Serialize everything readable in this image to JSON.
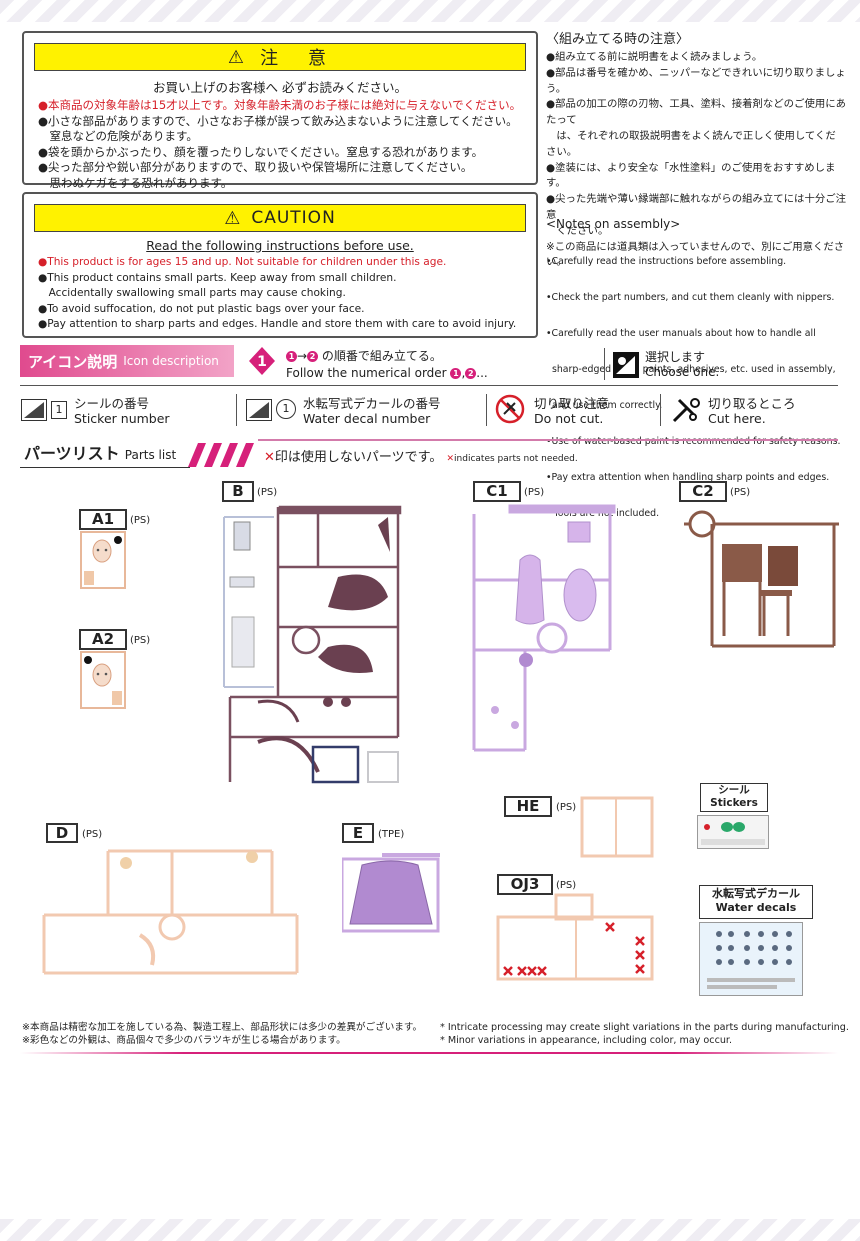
{
  "jp_warning": {
    "title": "注　意",
    "subtitle": "お買い上げのお客様へ 必ずお読みください。",
    "lines": [
      {
        "text": "●本商品の対象年齢は15才以上です。対象年齢未満のお子様には絶対に与えないでください。",
        "red": true
      },
      {
        "text": "●小さな部品がありますので、小さなお子様が誤って飲み込まないように注意してください。",
        "red": false
      },
      {
        "text": "　窒息などの危険があります。",
        "red": false
      },
      {
        "text": "●袋を頭からかぶったり、顔を覆ったりしないでください。窒息する恐れがあります。",
        "red": false
      },
      {
        "text": "●尖った部分や鋭い部分がありますので、取り扱いや保管場所に注意してください。",
        "red": false
      },
      {
        "text": "　思わぬケガをする恐れがあります。",
        "red": false
      }
    ]
  },
  "en_warning": {
    "title": "CAUTION",
    "subtitle": "Read the following instructions before use.",
    "lines": [
      {
        "text": "●This product is for ages 15 and up. Not suitable for children under this age.",
        "red": true
      },
      {
        "text": "●This product contains small parts. Keep away from small children.",
        "red": false
      },
      {
        "text": "　Accidentally swallowing small parts may cause choking.",
        "red": false
      },
      {
        "text": "●To avoid suffocation, do not put plastic bags over your face.",
        "red": false
      },
      {
        "text": "●Pay attention to sharp parts and edges. Handle and store them with care to avoid injury.",
        "red": false
      }
    ]
  },
  "jp_notes": {
    "title": "〈組み立てる時の注意〉",
    "lines": [
      "●組み立てる前に説明書をよく読みましょう。",
      "●部品は番号を確かめ、ニッパーなどできれいに切り取りましょう。",
      "●部品の加工の際の刃物、工具、塗料、接着剤などのご使用にあたって",
      "　は、それぞれの取扱説明書をよく読んで正しく使用してください。",
      "●塗装には、より安全な「水性塗料」のご使用をおすすめします。",
      "●尖った先端や薄い縁端部に触れながらの組み立てには十分ご注意",
      "　ください。",
      "※この商品には道具類は入っていませんので、別にご用意ください。"
    ]
  },
  "en_notes": {
    "title": "<Notes on assembly>",
    "lines": [
      "•Carefully read the instructions before assembling.",
      "•Check the part numbers, and cut them cleanly with nippers.",
      "•Carefully read the user manuals about how to handle all",
      "  sharp-edged tools, paints, adhesives, etc. used in assembly,",
      "  and use them correctly.",
      "•Use of water-based paint is recommended for safety reasons.",
      "•Pay extra attention when handling sharp points and edges.",
      "* Tools are not included."
    ]
  },
  "icons": {
    "heading_jp": "アイコン説明",
    "heading_en": "Icon description",
    "order_num": "1",
    "order_jp": "の順番で組み立てる。",
    "order_en": "Follow the numerical order",
    "order_b1": "1",
    "order_b2": "2",
    "order_arrow": "→",
    "order_comma": ",",
    "order_ellipsis": "...",
    "choose_jp": "選択します",
    "choose_en": "Choose one.",
    "sticker_num": "1",
    "sticker_jp": "シールの番号",
    "sticker_en": "Sticker number",
    "decal_num": "1",
    "decal_jp": "水転写式デカールの番号",
    "decal_en": "Water decal number",
    "nocut_jp": "切り取り注意",
    "nocut_en": "Do not cut.",
    "cut_jp": "切り取るところ",
    "cut_en": "Cut here."
  },
  "parts": {
    "heading_jp": "パーツリスト",
    "heading_en": "Parts list",
    "note_x": "✕",
    "note_jp": "印は使用しないパーツです。",
    "note_en": "indicates parts not needed.",
    "labels": {
      "A1": "A1",
      "A2": "A2",
      "B": "B",
      "C1": "C1",
      "C2": "C2",
      "D": "D",
      "E": "E",
      "HE": "HE",
      "OJ3": "OJ3"
    },
    "materials": {
      "A1": "(PS)",
      "A2": "(PS)",
      "B": "(PS)",
      "C1": "(PS)",
      "C2": "(PS)",
      "D": "(PS)",
      "E": "(TPE)",
      "HE": "(PS)",
      "OJ3": "(PS)"
    },
    "stickers_jp": "シール",
    "stickers_en": "Stickers",
    "decals_jp": "水転写式デカール",
    "decals_en": "Water decals"
  },
  "footer": {
    "jp1": "※本商品は精密な加工を施している為、製造工程上、部品形状には多少の差異がございます。",
    "jp2": "※彩色などの外観は、商品個々で多少のバラツキが生じる場合があります。",
    "en1": "* Intricate processing may create slight variations in the parts during manufacturing.",
    "en2": "* Minor variations in appearance, including color, may occur."
  },
  "colors": {
    "yellow": "#fff200",
    "pink": "#d6207a",
    "red": "#d6202a",
    "purple_b": "#7a5060",
    "lilac": "#c9a8e0",
    "brown": "#8a5a48",
    "skin": "#f2c9b0"
  }
}
